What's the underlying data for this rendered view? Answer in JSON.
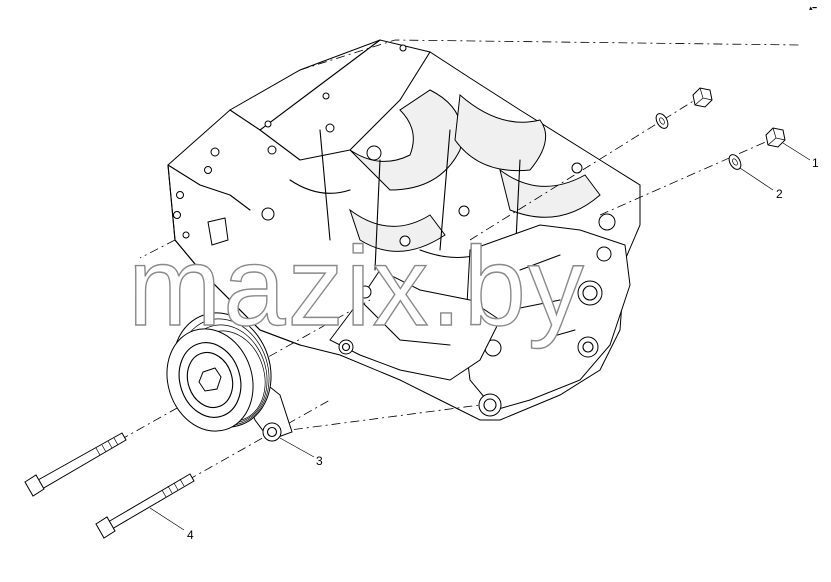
{
  "watermark": "mazix.by",
  "corner_mark": "▴━",
  "callouts": [
    {
      "label": "1"
    },
    {
      "label": "2"
    },
    {
      "label": "3"
    },
    {
      "label": "4"
    }
  ]
}
